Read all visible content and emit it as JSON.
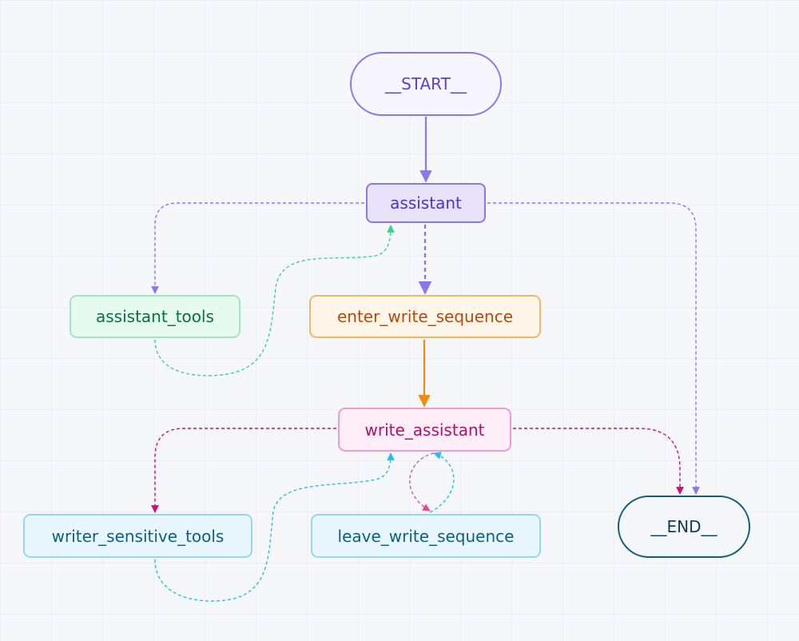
{
  "diagram": {
    "nodes": {
      "start": "__START__",
      "assistant": "assistant",
      "assistant_tools": "assistant_tools",
      "enter_write_sequence": "enter_write_sequence",
      "write_assistant": "write_assistant",
      "writer_sensitive_tools": "writer_sensitive_tools",
      "leave_write_sequence": "leave_write_sequence",
      "end": "__END__"
    },
    "edges": [
      {
        "from": "__START__",
        "to": "assistant",
        "style": "solid"
      },
      {
        "from": "assistant",
        "to": "assistant_tools",
        "style": "dashed"
      },
      {
        "from": "assistant",
        "to": "enter_write_sequence",
        "style": "dashed"
      },
      {
        "from": "assistant",
        "to": "__END__",
        "style": "dashed"
      },
      {
        "from": "assistant_tools",
        "to": "assistant",
        "style": "dashed"
      },
      {
        "from": "enter_write_sequence",
        "to": "write_assistant",
        "style": "solid"
      },
      {
        "from": "write_assistant",
        "to": "writer_sensitive_tools",
        "style": "dashed"
      },
      {
        "from": "write_assistant",
        "to": "leave_write_sequence",
        "style": "dashed"
      },
      {
        "from": "write_assistant",
        "to": "__END__",
        "style": "dashed"
      },
      {
        "from": "writer_sensitive_tools",
        "to": "write_assistant",
        "style": "dashed"
      },
      {
        "from": "leave_write_sequence",
        "to": "write_assistant",
        "style": "dashed"
      }
    ],
    "colors": {
      "purple": "#8b76ee",
      "green": "#3fd08a",
      "orange": "#f08a12",
      "magenta": "#c2127a",
      "cyan": "#28c0de",
      "pink": "#e0509a",
      "end_border": "#135c80"
    }
  }
}
